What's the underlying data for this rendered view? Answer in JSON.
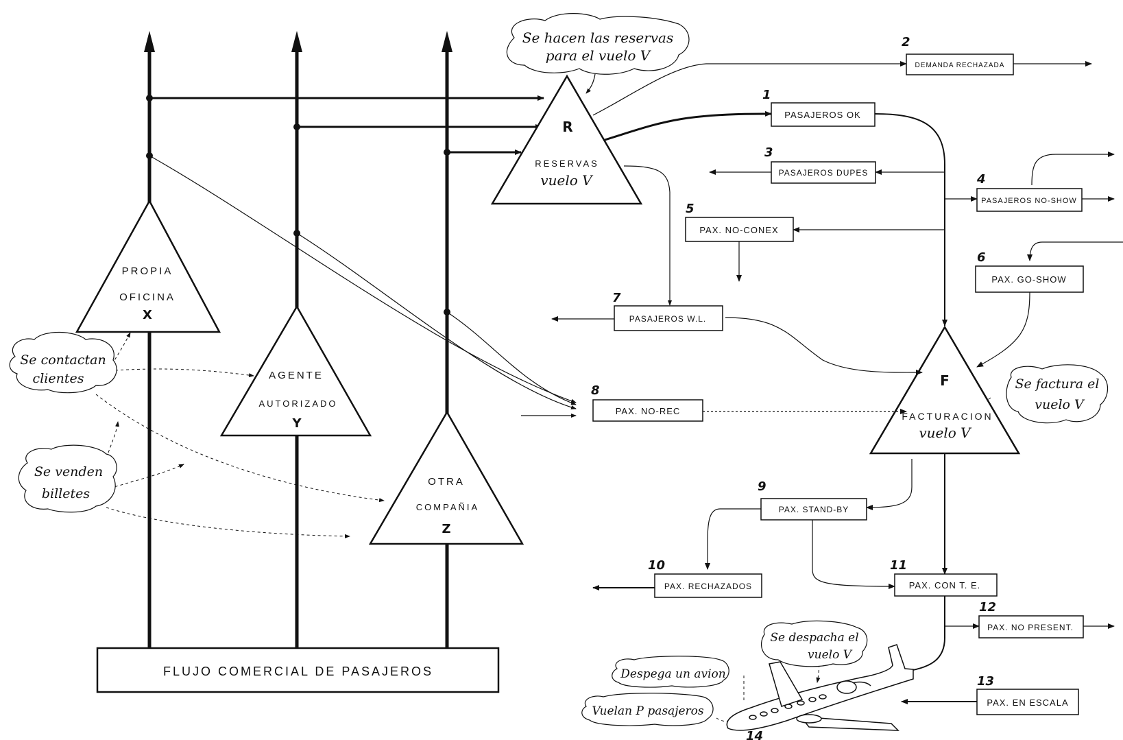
{
  "flow_label": "FLUJO COMERCIAL DE PASAJEROS",
  "triangles": {
    "x": {
      "line1": "PROPIA",
      "line2": "OFICINA",
      "letter": "X"
    },
    "y": {
      "line1": "AGENTE",
      "line2": "AUTORIZADO",
      "letter": "Y"
    },
    "z": {
      "line1": "OTRA",
      "line2": "COMPAÑIA",
      "letter": "Z"
    },
    "r": {
      "letter": "R",
      "line1": "RESERVAS",
      "line2": "vuelo V"
    },
    "f": {
      "letter": "F",
      "line1": "FACTURACION",
      "line2": "vuelo V"
    }
  },
  "boxes": [
    {
      "num": "1",
      "label": "PASAJEROS OK"
    },
    {
      "num": "2",
      "label": "DEMANDA RECHAZADA"
    },
    {
      "num": "3",
      "label": "PASAJEROS DUPES"
    },
    {
      "num": "4",
      "label": "PASAJEROS NO-SHOW"
    },
    {
      "num": "5",
      "label": "PAX. NO-CONEX"
    },
    {
      "num": "6",
      "label": "PAX. GO-SHOW"
    },
    {
      "num": "7",
      "label": "PASAJEROS W.L."
    },
    {
      "num": "8",
      "label": "PAX. NO-REC"
    },
    {
      "num": "9",
      "label": "PAX. STAND-BY"
    },
    {
      "num": "10",
      "label": "PAX. RECHAZADOS"
    },
    {
      "num": "11",
      "label": "PAX. CON T. E."
    },
    {
      "num": "12",
      "label": "PAX. NO PRESENT."
    },
    {
      "num": "13",
      "label": "PAX. EN ESCALA"
    }
  ],
  "plane_num": "14",
  "clouds": {
    "reservas": {
      "line1": "Se hacen las reservas",
      "line2": "para el vuelo V"
    },
    "contactan": {
      "line1": "Se contactan",
      "line2": "clientes"
    },
    "venden": {
      "line1": "Se venden",
      "line2": "billetes"
    },
    "factura": {
      "line1": "Se factura el",
      "line2": "vuelo V"
    },
    "despacha": {
      "line1": "Se despacha el",
      "line2": "vuelo V"
    },
    "despega": {
      "line1": "Despega un avion"
    },
    "vuelan": {
      "line1": "Vuelan P pasajeros"
    }
  }
}
